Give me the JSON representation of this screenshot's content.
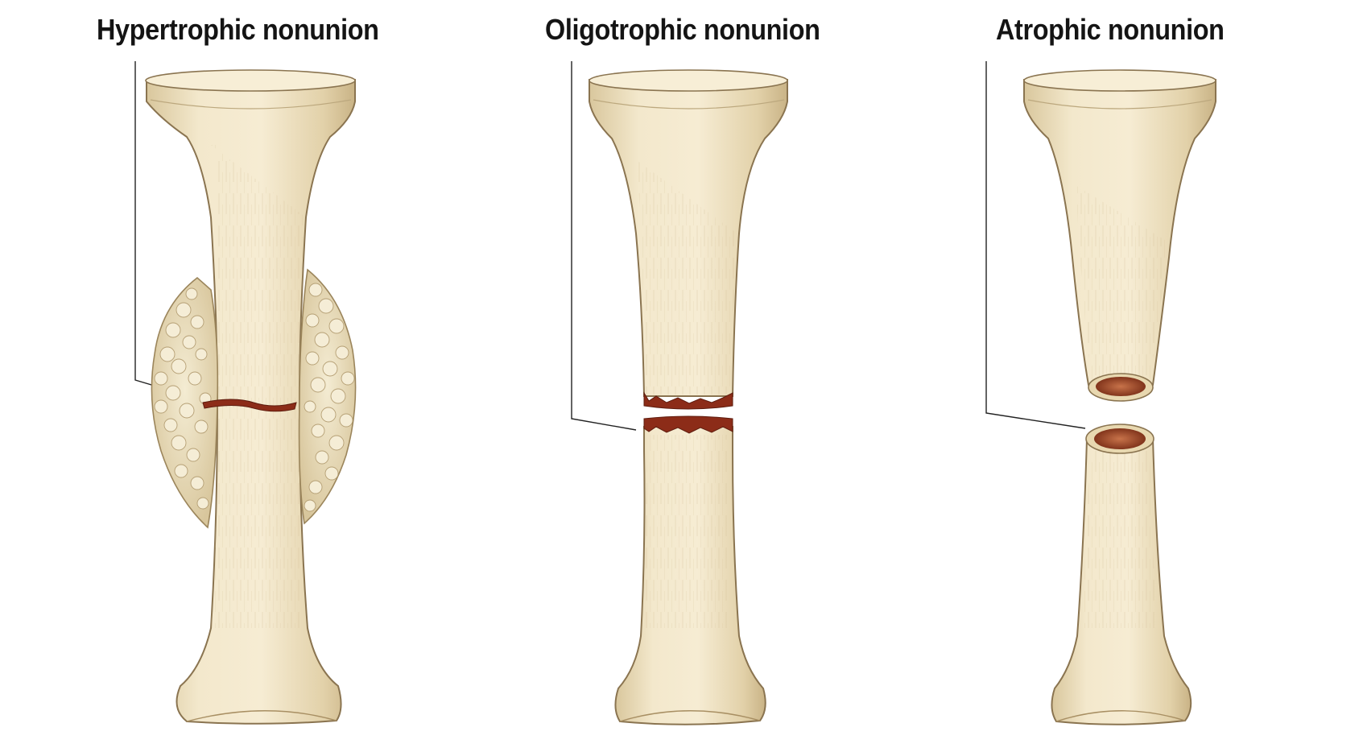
{
  "labels": {
    "hypertrophic": "Hypertrophic nonunion",
    "oligotrophic": "Oligotrophic nonunion",
    "atrophic": "Atrophic nonunion"
  },
  "colors": {
    "bone_fill": "#eee0bd",
    "bone_light": "#f7eed6",
    "bone_shadow": "#cdb88d",
    "bone_outline": "#8a7450",
    "callus": "#ece1c3",
    "fracture": "#8c2c18",
    "marrow": "#a0522d",
    "leader_line": "#222222"
  }
}
